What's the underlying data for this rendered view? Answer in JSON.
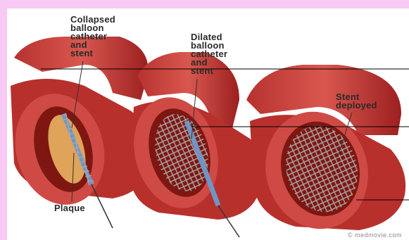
{
  "labels": {
    "collapsed": "Collapsed\nballoon\ncatheter\nand\nstent",
    "dilated": "Dilated\nballoon\ncatheter\nand\nstent",
    "deployed": "Stent\ndeployed",
    "plaque": "Plaque"
  },
  "watermark": "© medmovie.com",
  "colors": {
    "page_background": "#f7c9f4",
    "vessel_outer": "#a92a2a",
    "vessel_wall": "#cf4a45",
    "vessel_inner": "#7e1712",
    "plaque": "#e0a35a",
    "catheter": "#6f95c4",
    "stent_mesh": "#9b9b9b"
  }
}
